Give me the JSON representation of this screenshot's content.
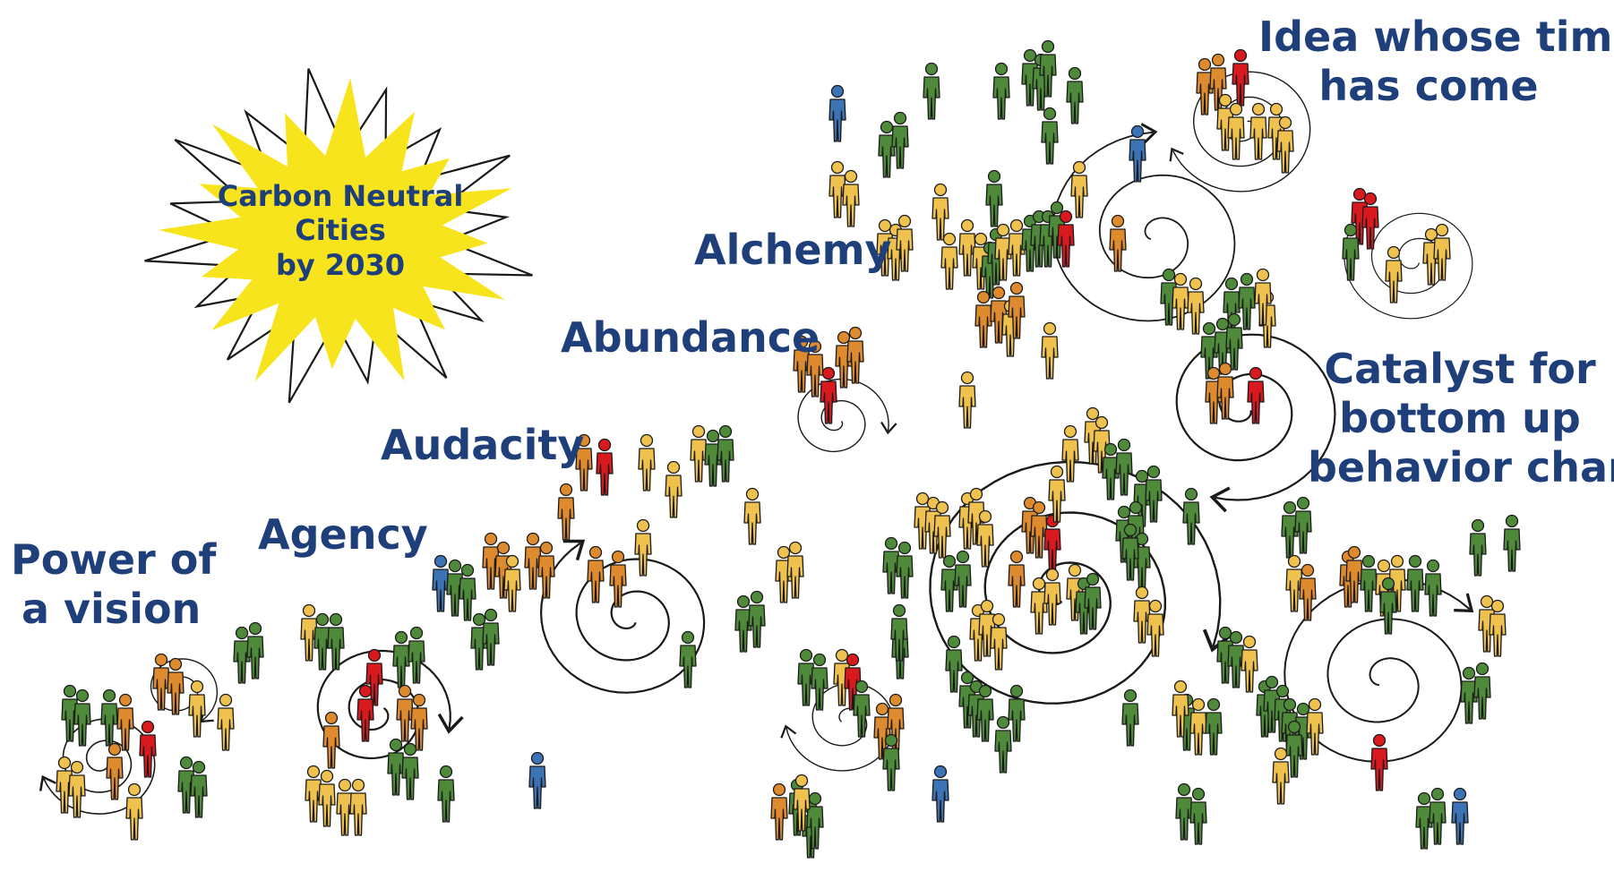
{
  "badge": {
    "lines": [
      "Carbon Neutral",
      "Cities",
      "by 2030"
    ],
    "fill_color": "#f7e41c"
  },
  "labels": {
    "power_of_a_vision": [
      "Power of",
      "a vision"
    ],
    "agency": "Agency",
    "audacity": "Audacity",
    "abundance": "Abundance",
    "alchemy": "Alchemy",
    "idea_whose_time": [
      "Idea whose time",
      "has come"
    ],
    "catalyst": [
      "Catalyst for",
      "bottom up",
      "behavior change"
    ]
  },
  "colors": {
    "label_text": "#1e3f7a",
    "people": {
      "green": "#4e8a3a",
      "yellow": "#efc24f",
      "orange": "#de8a2e",
      "red": "#d8191e",
      "blue": "#3b73b5"
    },
    "spiral": "#1a1a1a"
  },
  "icons": [
    "person-icon",
    "spiral-arrow",
    "starburst-shape"
  ]
}
